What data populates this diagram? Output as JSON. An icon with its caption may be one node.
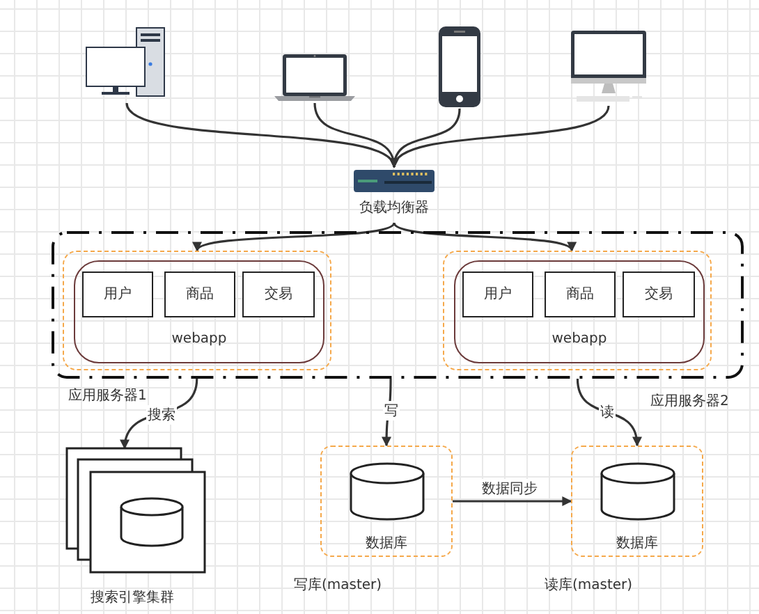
{
  "diagram": {
    "nodes": [
      {
        "text": [],
        "shape": "picture"
      },
      {
        "text": [],
        "shape": "picture"
      },
      {
        "text": [],
        "shape": "picture"
      },
      {
        "text": [],
        "shape": "picture"
      },
      {
        "text": [
          "负载均衡器"
        ]
      },
      {
        "text": [],
        "shape": "box"
      },
      {
        "text": [],
        "shape": "box",
        "in": 5,
        "beside": [
          "应用服务器1"
        ]
      },
      {
        "text": [
          "webapp"
        ],
        "in": 6
      },
      {
        "text": [
          "用户"
        ],
        "in": 7
      },
      {
        "text": [
          "商品"
        ],
        "in": 7
      },
      {
        "text": [
          "交易"
        ],
        "in": 7
      },
      {
        "text": [],
        "shape": "box",
        "in": 5,
        "beside": [
          "应用服务器2"
        ]
      },
      {
        "text": [
          "webapp"
        ],
        "in": 11
      },
      {
        "text": [
          "用户"
        ],
        "in": 12
      },
      {
        "text": [
          "商品"
        ],
        "in": 12
      },
      {
        "text": [
          "交易"
        ],
        "in": 12
      },
      {
        "text": [
          "搜索引擎集群"
        ]
      },
      {
        "text": [
          "数据库"
        ],
        "beside": [
          "写库(master)"
        ]
      },
      {
        "text": [
          "数据库"
        ],
        "beside": [
          "读库(master)"
        ]
      }
    ],
    "edges": [
      {
        "from": 0,
        "to": 4,
        "arrow": "to"
      },
      {
        "from": 1,
        "to": 4,
        "arrow": "to"
      },
      {
        "from": 2,
        "to": 4,
        "arrow": "to"
      },
      {
        "from": 3,
        "to": 4,
        "arrow": "to"
      },
      {
        "from": 4,
        "to": 6,
        "arrow": "to"
      },
      {
        "from": 4,
        "to": 11,
        "arrow": "to"
      },
      {
        "from": 5,
        "to": 16,
        "arrow": "to",
        "label": "搜索"
      },
      {
        "from": 5,
        "to": 17,
        "arrow": "to",
        "label": "写"
      },
      {
        "from": 5,
        "to": 18,
        "arrow": "to",
        "label": "读"
      },
      {
        "from": 17,
        "to": 18,
        "arrow": "to",
        "label": "数据同步"
      }
    ]
  }
}
